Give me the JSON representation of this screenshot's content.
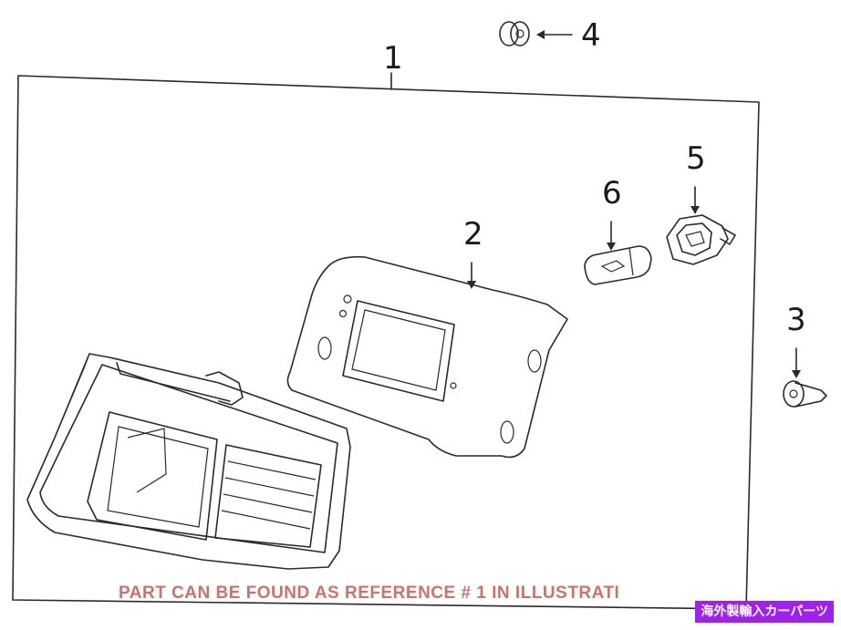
{
  "callouts": {
    "c1": "1",
    "c2": "2",
    "c3": "3",
    "c4": "4",
    "c5": "5",
    "c6": "6"
  },
  "note": "PART CAN BE FOUND AS REFERENCE # 1 IN ILLUSTRATI",
  "watermark": "海外製輸入カーパーツ",
  "colors": {
    "line": "#2a2a2a",
    "note_text": "#d0706a",
    "watermark_bg": "#a020f0"
  }
}
